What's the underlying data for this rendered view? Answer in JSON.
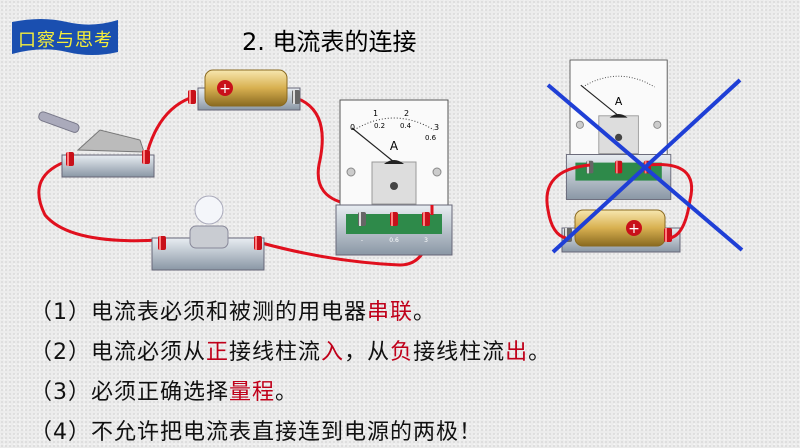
{
  "badge": "口察与思考",
  "title": "2. 电流表的连接",
  "ammeter": {
    "unit": "A",
    "scale_top": [
      "0",
      "1",
      "2",
      "3"
    ],
    "scale_bottom": [
      "0.2",
      "0.4",
      "0.6"
    ],
    "terminals": [
      "-",
      "0.6",
      "3"
    ]
  },
  "lines": [
    {
      "num": "（1）",
      "parts": [
        {
          "t": "电流表必须和被测的用电器"
        },
        {
          "t": "串联",
          "red": true
        },
        {
          "t": "。"
        }
      ]
    },
    {
      "num": "（2）",
      "parts": [
        {
          "t": "电流必须从"
        },
        {
          "t": "正",
          "red": true
        },
        {
          "t": "接线柱流"
        },
        {
          "t": "入",
          "red": true
        },
        {
          "t": "，从"
        },
        {
          "t": "负",
          "red": true
        },
        {
          "t": "接线柱流"
        },
        {
          "t": "出",
          "red": true
        },
        {
          "t": "。"
        }
      ]
    },
    {
      "num": "（3）",
      "parts": [
        {
          "t": "必须正确选择"
        },
        {
          "t": "量程",
          "red": true
        },
        {
          "t": "。"
        }
      ]
    },
    {
      "num": "（4）",
      "parts": [
        {
          "t": "不允许把电流表直接连到电源的两极！"
        }
      ]
    }
  ],
  "colors": {
    "wire": "#e0101e",
    "cross": "#1f3fd6",
    "badge": "#1a4fb0"
  }
}
